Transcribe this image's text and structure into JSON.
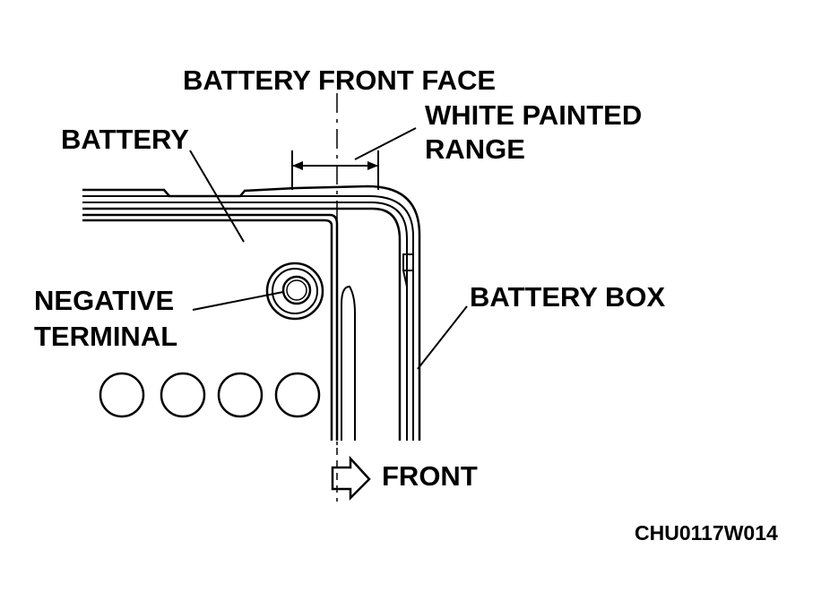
{
  "labels": {
    "battery_front_face": "BATTERY FRONT FACE",
    "white_painted_range_line1": "WHITE PAINTED",
    "white_painted_range_line2": "RANGE",
    "battery": "BATTERY",
    "negative_terminal_line1": "NEGATIVE",
    "negative_terminal_line2": "TERMINAL",
    "battery_box": "BATTERY BOX",
    "front": "FRONT",
    "figure_code": "CHU0117W014"
  },
  "colors": {
    "ink": "#000000",
    "paper": "#ffffff"
  }
}
